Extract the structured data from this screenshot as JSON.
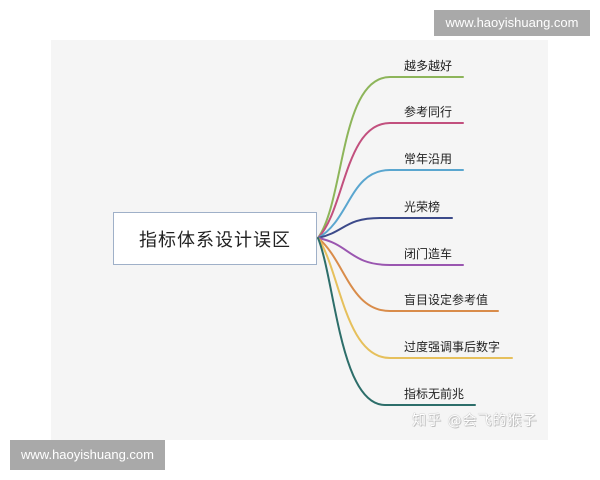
{
  "watermarks": {
    "top": "www.haoyishuang.com",
    "bottom": "www.haoyishuang.com"
  },
  "mindmap": {
    "root": "指标体系设计误区",
    "branches": [
      {
        "label": "越多越好",
        "color": "#8db55a"
      },
      {
        "label": "参考同行",
        "color": "#c2507e"
      },
      {
        "label": "常年沿用",
        "color": "#5aa6cf"
      },
      {
        "label": "光荣榜",
        "color": "#3c4a8a"
      },
      {
        "label": "闭门造车",
        "color": "#9a56b0"
      },
      {
        "label": "盲目设定参考值",
        "color": "#d98c4a"
      },
      {
        "label": "过度强调事后数字",
        "color": "#e6c05c"
      },
      {
        "label": "指标无前兆",
        "color": "#2d6e6a"
      }
    ]
  },
  "credit": "知乎 @会飞的猴子",
  "colors": {
    "panel_bg": "#f5f5f5",
    "watermark_bg": "#a9a9a9",
    "root_border": "#9fb0c8"
  }
}
